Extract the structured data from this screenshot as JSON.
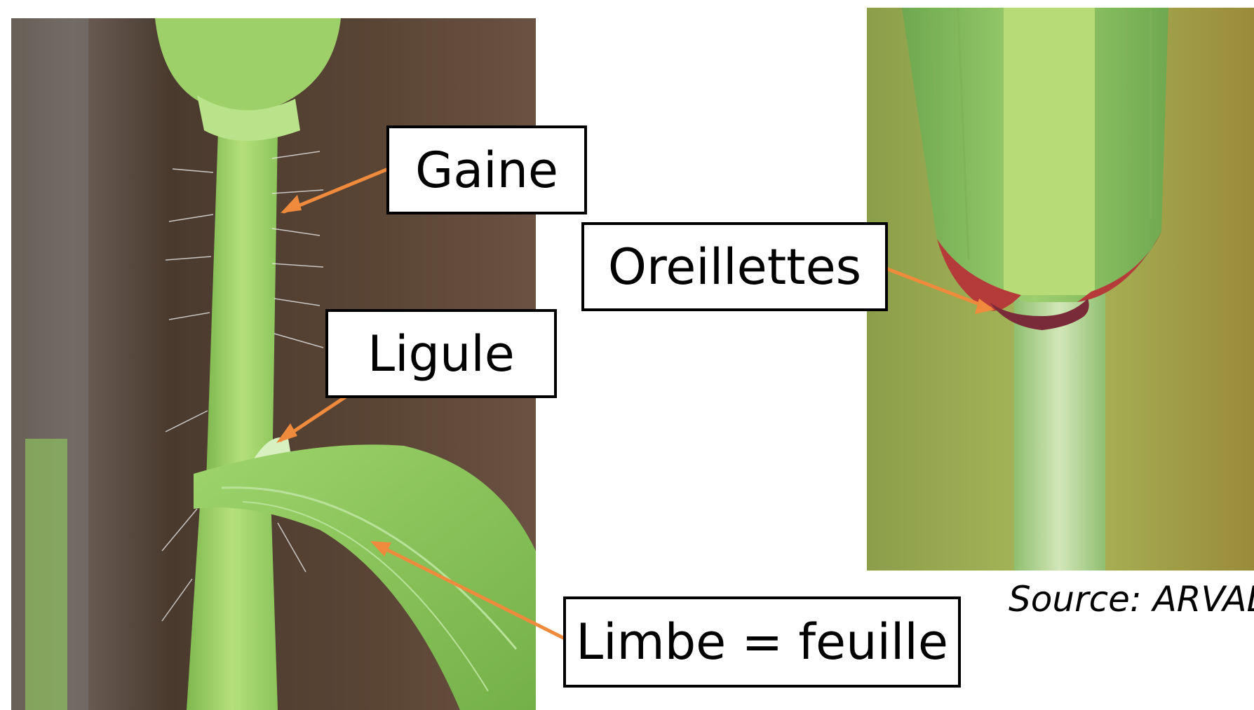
{
  "labels": {
    "gaine": "Gaine",
    "ligule": "Ligule",
    "oreillettes": "Oreillettes",
    "limbe": "Limbe = feuille"
  },
  "source": "Source: ARVALIS",
  "colors": {
    "arrow": "#F08A3C",
    "box_border": "#000000",
    "leaf_green": "#8CCB5C",
    "stem_green": "#A4D56C",
    "auricle_red": "#B53A3A"
  }
}
